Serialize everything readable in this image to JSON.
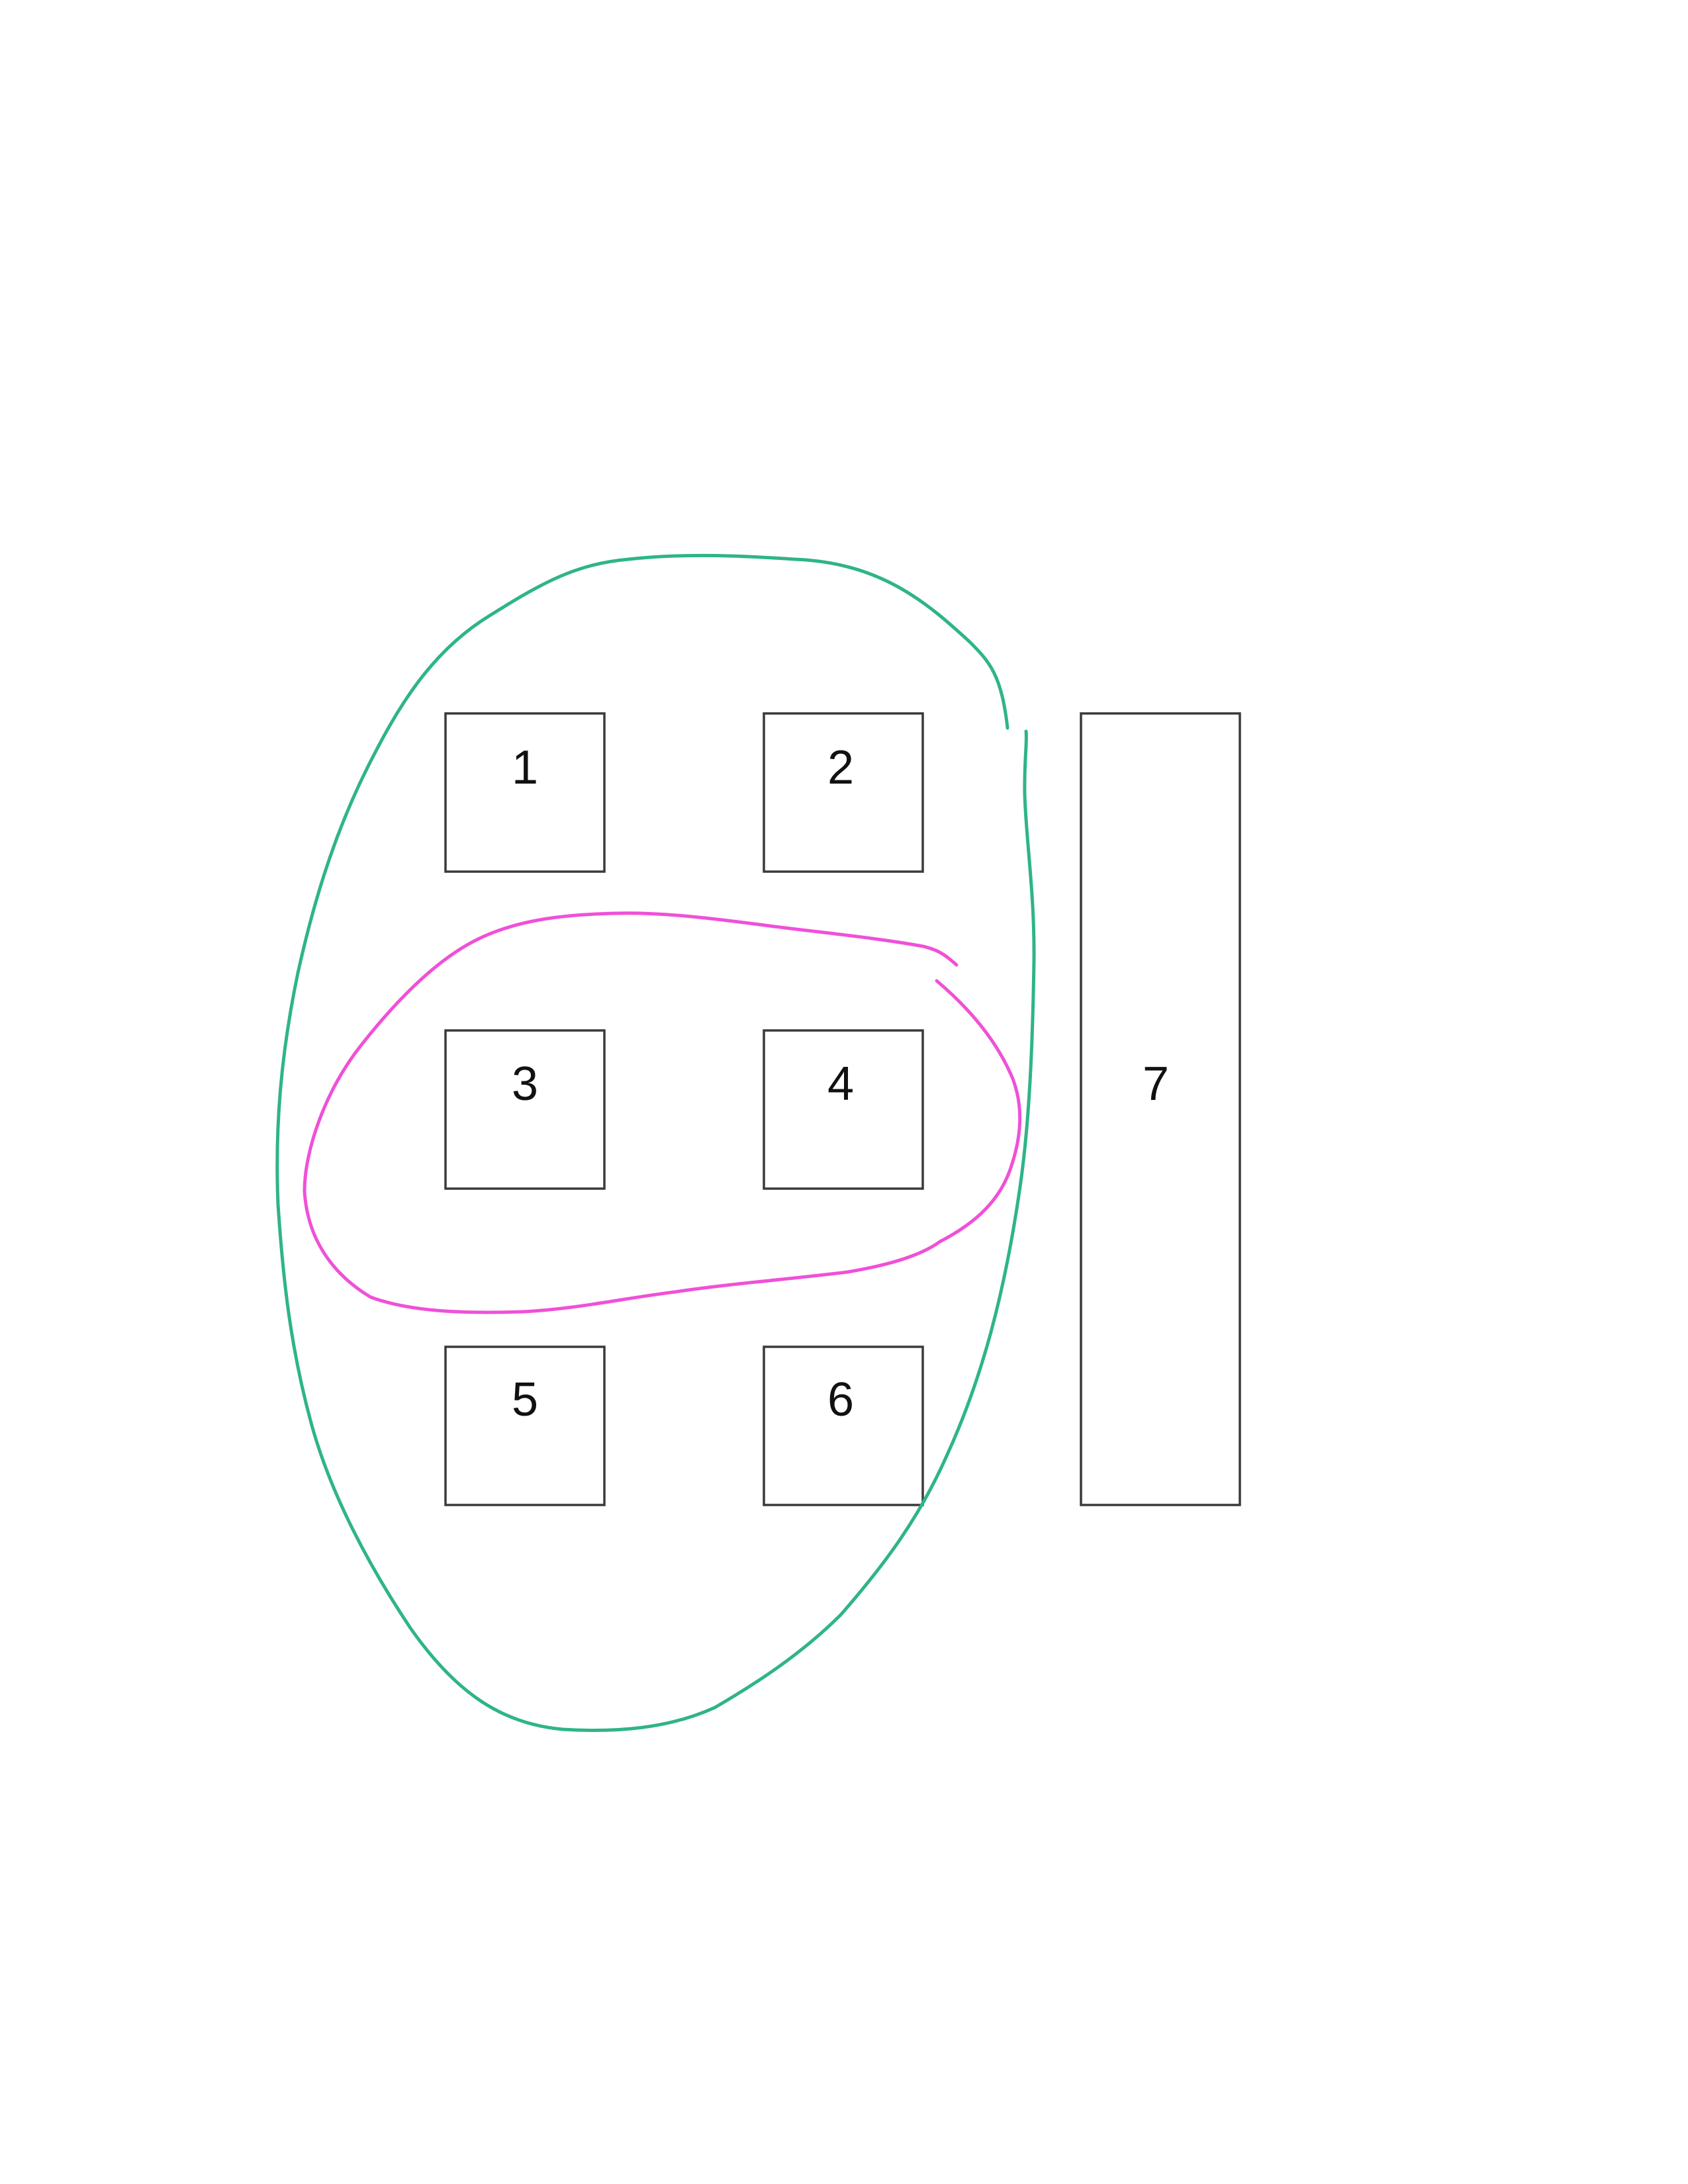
{
  "diagram": {
    "boxes": [
      {
        "id": "1",
        "label": "1"
      },
      {
        "id": "2",
        "label": "2"
      },
      {
        "id": "3",
        "label": "3"
      },
      {
        "id": "4",
        "label": "4"
      },
      {
        "id": "5",
        "label": "5"
      },
      {
        "id": "6",
        "label": "6"
      },
      {
        "id": "7",
        "label": "7"
      }
    ],
    "groups": [
      {
        "id": "green-group",
        "color": "#2fb48a",
        "members": [
          "1",
          "2",
          "3",
          "4",
          "5",
          "6"
        ]
      },
      {
        "id": "pink-group",
        "color": "#f050d8",
        "members": [
          "3",
          "4"
        ]
      }
    ]
  }
}
